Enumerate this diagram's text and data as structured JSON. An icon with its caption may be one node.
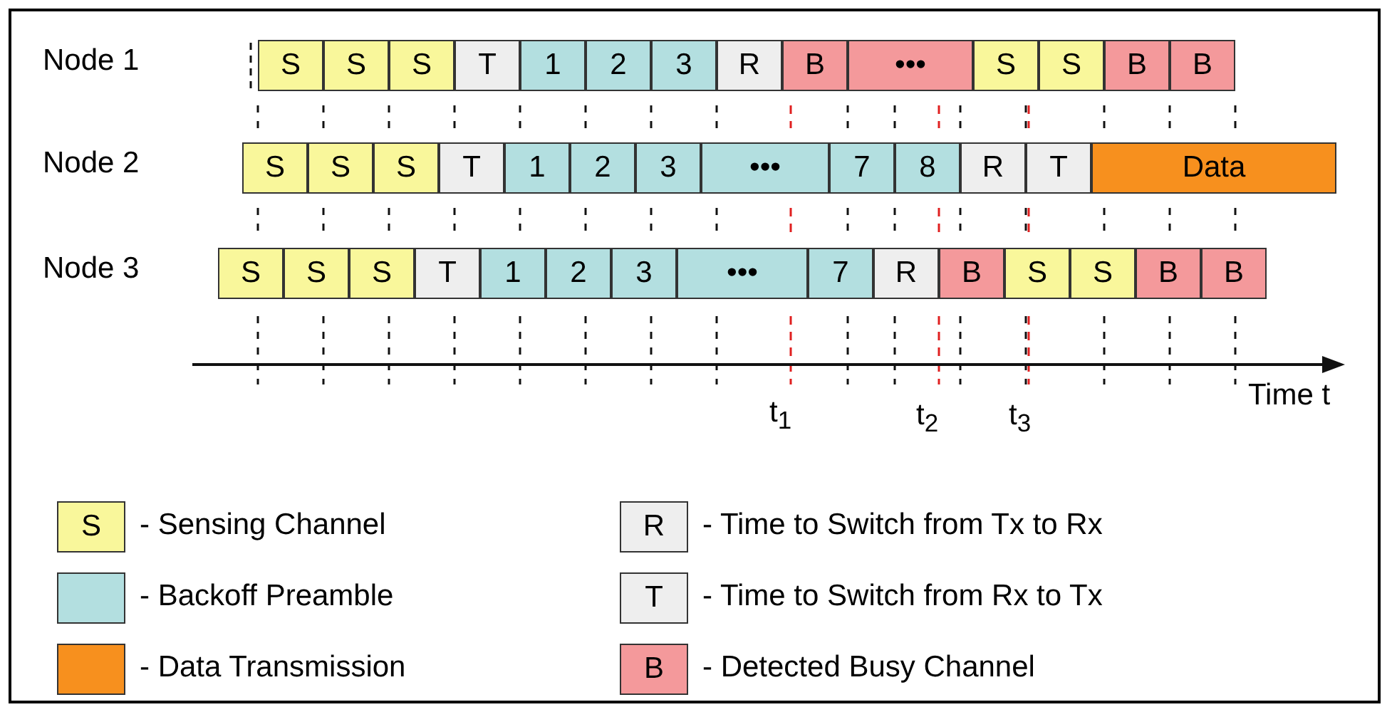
{
  "diagram": {
    "nodes": [
      {
        "text": [
          "S"
        ]
      },
      {
        "text": [
          "S"
        ]
      },
      {
        "text": [
          "S"
        ]
      },
      {
        "text": [
          "T"
        ]
      },
      {
        "text": [
          "1"
        ]
      },
      {
        "text": [
          "2"
        ]
      },
      {
        "text": [
          "3"
        ]
      },
      {
        "text": [
          "R"
        ]
      },
      {
        "text": [
          "B"
        ]
      },
      {
        "text": [
          "•••"
        ]
      },
      {
        "text": [
          "S"
        ]
      },
      {
        "text": [
          "S"
        ]
      },
      {
        "text": [
          "B"
        ]
      },
      {
        "text": [
          "B"
        ]
      },
      {
        "text": [
          "S"
        ]
      },
      {
        "text": [
          "S"
        ]
      },
      {
        "text": [
          "S"
        ]
      },
      {
        "text": [
          "T"
        ]
      },
      {
        "text": [
          "1"
        ]
      },
      {
        "text": [
          "2"
        ]
      },
      {
        "text": [
          "3"
        ]
      },
      {
        "text": [
          "•••"
        ]
      },
      {
        "text": [
          "7"
        ]
      },
      {
        "text": [
          "8"
        ]
      },
      {
        "text": [
          "R"
        ]
      },
      {
        "text": [
          "T"
        ]
      },
      {
        "text": [
          "Data"
        ]
      },
      {
        "text": [
          "S"
        ]
      },
      {
        "text": [
          "S"
        ]
      },
      {
        "text": [
          "S"
        ]
      },
      {
        "text": [
          "T"
        ]
      },
      {
        "text": [
          "1"
        ]
      },
      {
        "text": [
          "2"
        ]
      },
      {
        "text": [
          "3"
        ]
      },
      {
        "text": [
          "•••"
        ]
      },
      {
        "text": [
          "7"
        ]
      },
      {
        "text": [
          "R"
        ]
      },
      {
        "text": [
          "B"
        ]
      },
      {
        "text": [
          "S"
        ]
      },
      {
        "text": [
          "S"
        ]
      },
      {
        "text": [
          "B"
        ]
      },
      {
        "text": [
          "B"
        ]
      }
    ],
    "labels": [
      "Node 1",
      "Node 2",
      "Node 3",
      "Time t",
      "t$_{1}$",
      "t$_{2}$",
      "t$_{3}$",
      "S",
      "R",
      "T",
      "B"
    ],
    "legend": [
      {
        "text": "- Sensing Channel",
        "color": "#f9f79b"
      },
      {
        "text": "- Backoff Preamble",
        "color": "#b3dfe0"
      },
      {
        "text": "- Data Transmission",
        "color": "#f7901e"
      },
      {
        "text": "- Time to Switch from Tx to Rx",
        "color": "#eeeeee"
      },
      {
        "text": "- Time to Switch from Rx to Tx",
        "color": "#eeeeee"
      },
      {
        "text": "- Detected Busy Channel",
        "color": "#f4999b"
      }
    ]
  }
}
